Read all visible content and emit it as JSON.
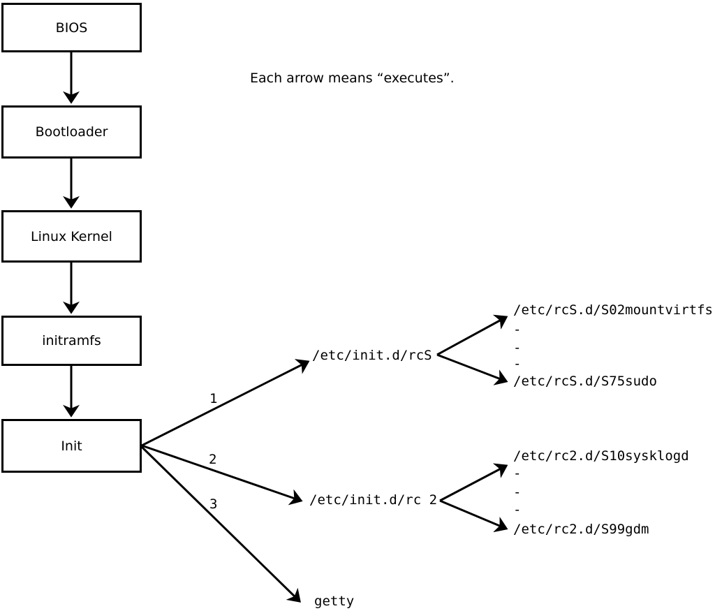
{
  "caption": "Each arrow means “executes”.",
  "nodes": {
    "bios": "BIOS",
    "bootloader": "Bootloader",
    "kernel": "Linux Kernel",
    "initramfs": "initramfs",
    "init": "Init"
  },
  "branches": {
    "b1": {
      "number": "1",
      "target": "/etc/init.d/rcS",
      "children": {
        "first": "/etc/rcS.d/S02mountvirtfs",
        "dash1": "-",
        "dash2": "-",
        "dash3": "-",
        "last": "/etc/rcS.d/S75sudo"
      }
    },
    "b2": {
      "number": "2",
      "target": "/etc/init.d/rc 2",
      "children": {
        "first": "/etc/rc2.d/S10sysklogd",
        "dash1": "-",
        "dash2": "-",
        "dash3": "-",
        "last": "/etc/rc2.d/S99gdm"
      }
    },
    "b3": {
      "number": "3",
      "target": "getty"
    }
  }
}
